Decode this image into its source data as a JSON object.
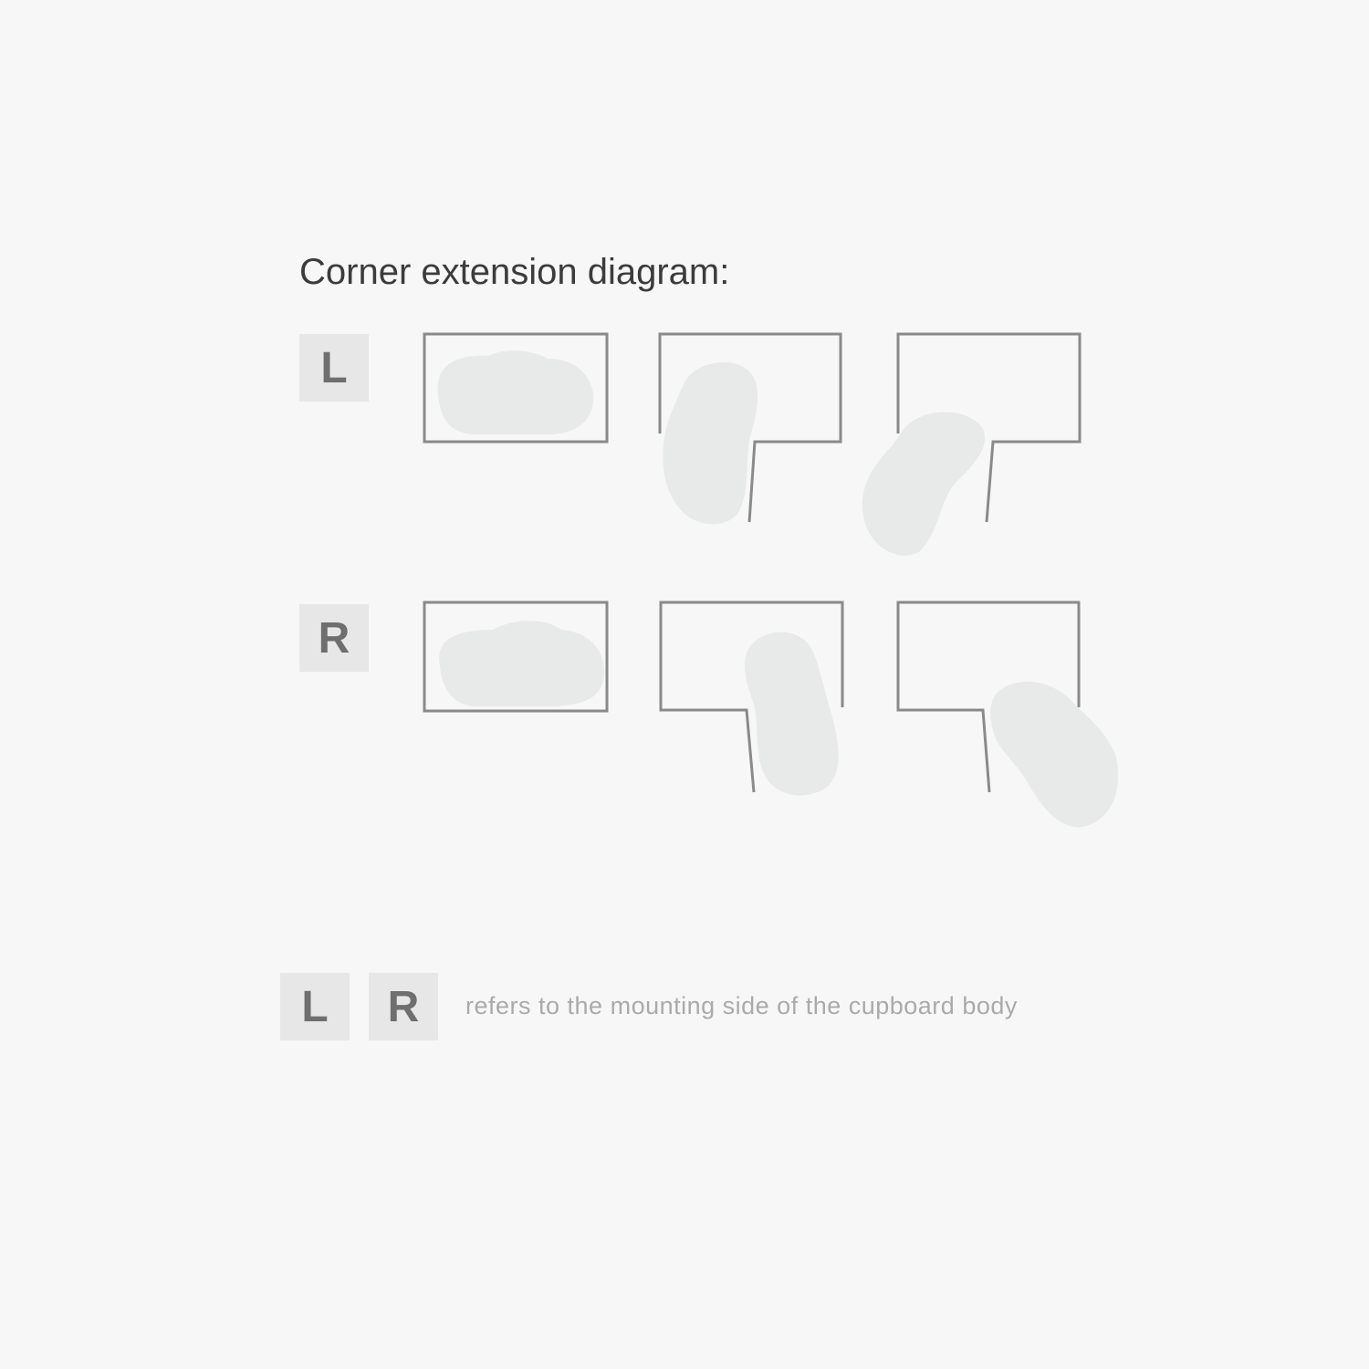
{
  "title": "Corner extension diagram:",
  "rows": [
    {
      "label": "L"
    },
    {
      "label": "R"
    }
  ],
  "legend": {
    "left_label": "L",
    "right_label": "R",
    "text": "refers to the mounting side of the cupboard body"
  },
  "colors": {
    "background": "#f8f7f7",
    "outline": "#8a8a8a",
    "basket": "#e8e9e9",
    "badge": "#e7e7e7"
  }
}
